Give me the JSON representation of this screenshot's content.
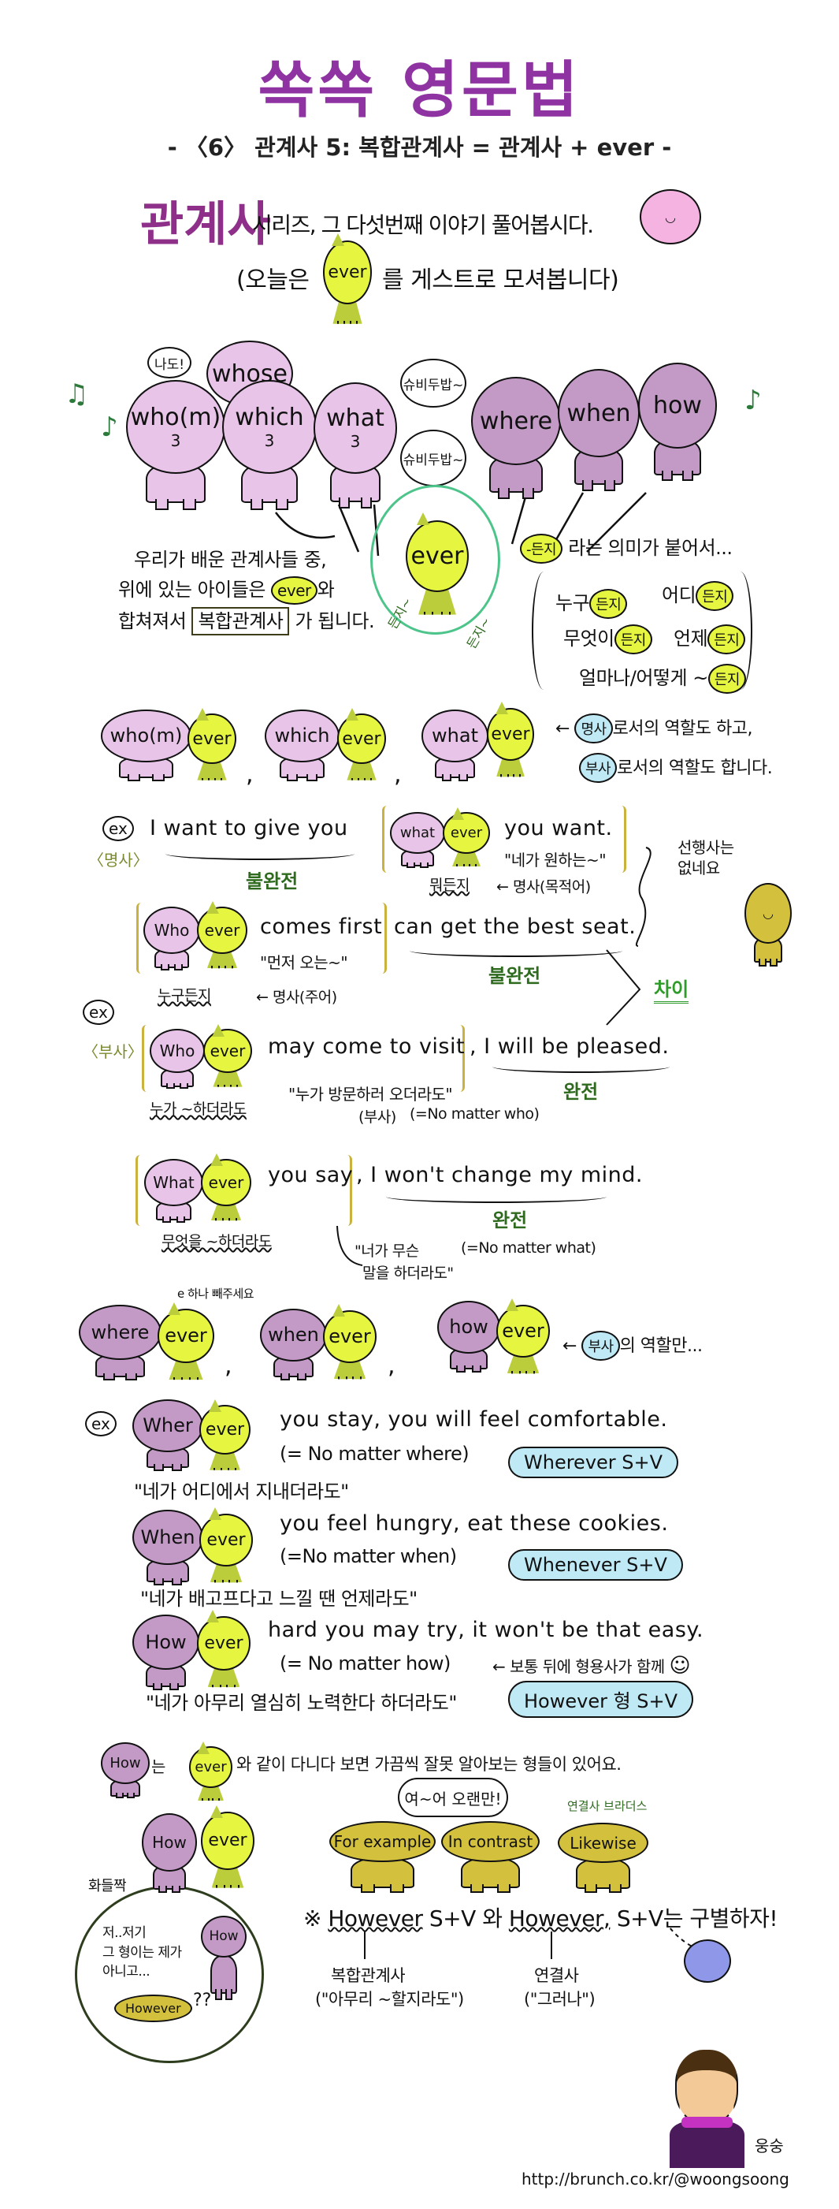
{
  "title": "쏙쏙 영문법",
  "subtitle": "- 〈6〉 관계사 5: 복합관계사 = 관계사 + ever -",
  "intro": {
    "heading": "관계사",
    "line1": "시리즈, 그 다섯번째 이야기 풀어봅시다.",
    "line2_pre": "(오늘은",
    "guest": "ever",
    "line2_post": "를 게스트로 모셔봅니다)"
  },
  "group": {
    "relatives": [
      "who(m)",
      "which",
      "what"
    ],
    "count": "3",
    "whose": "whose",
    "whose_bubble": "나도!",
    "chorus": "슈비두밥~",
    "adverbs": [
      "where",
      "when",
      "how"
    ]
  },
  "merge": {
    "line1": "우리가 배운 관계사들 중,",
    "line2_pre": "위에 있는 아이들은",
    "line2_tag": "ever",
    "line2_post": "와",
    "line3_pre": "합쳐져서",
    "line3_box": "복합관계사",
    "line3_post": "가 됩니다.",
    "center": "ever",
    "sound": "든지~"
  },
  "meaning": {
    "tag": "-든지",
    "text": "라는 의미가 붙어서...",
    "items": [
      {
        "pre": "누구",
        "tag": "든지"
      },
      {
        "pre": "어디",
        "tag": "든지"
      },
      {
        "pre": "무엇이",
        "tag": "든지"
      },
      {
        "pre": "언제",
        "tag": "든지"
      },
      {
        "pre": "얼마나/어떻게 ~",
        "tag": "든지"
      }
    ]
  },
  "pairs": {
    "items": [
      "who(m)",
      "which",
      "what"
    ],
    "ever": "ever",
    "sep": ",",
    "tag1": "명사",
    "text1": "로서의 역할도 하고,",
    "tag2": "부사",
    "text2": "로서의 역할도 합니다."
  },
  "noun_ex": {
    "ex": "ex",
    "label": "〈명사〉",
    "s1_pre": "I want to give you",
    "s1_rel": "what",
    "s1_ever": "ever",
    "s1_post": "you want.",
    "s1_gloss": "\"네가 원하는~\"",
    "s1_under": "뭐든지",
    "s1_role": "← 명사(목적어)",
    "s1_incomplete": "불완전",
    "s2_rel": "Who",
    "s2_ever": "ever",
    "s2_mid": "comes first",
    "s2_gloss": "\"먼저 오는~\"",
    "s2_under": "누구든지",
    "s2_role": "← 명사(주어)",
    "s2_main": "can get the best seat.",
    "s2_incomplete": "불완전",
    "note": "선행사는 없네요",
    "diff": "차이"
  },
  "adv_ex": {
    "ex": "ex",
    "label": "〈부사〉",
    "s1_rel": "Who",
    "s1_ever": "ever",
    "s1_mid": "may come to visit",
    "s1_main": ", I will be pleased.",
    "s1_complete": "완전",
    "s1_under": "누가 ~하더라도",
    "s1_gloss": "\"누가 방문하러 오더라도\"",
    "s1_role": "(부사)",
    "s1_eq": "(=No matter who)",
    "s2_rel": "What",
    "s2_ever": "ever",
    "s2_mid": "you say",
    "s2_main": ", I won't change my mind.",
    "s2_complete": "완전",
    "s2_under": "무엇을 ~하더라도",
    "s2_gloss1": "\"너가 무슨",
    "s2_gloss2": "말을 하더라도\"",
    "s2_eq": "(=No matter what)"
  },
  "adv_pairs": {
    "items": [
      "where",
      "when",
      "how"
    ],
    "ever": "ever",
    "sep": ",",
    "note": "e 하나 빼주세요",
    "tag": "부사",
    "text": "의 역할만..."
  },
  "adv_sentences": [
    {
      "rel": "Wher",
      "ever": "ever",
      "text": "you stay, you will feel comfortable.",
      "eq": "(= No matter where)",
      "pill": "Wherever S+V",
      "gloss": "\"네가 어디에서 지내더라도\""
    },
    {
      "rel": "When",
      "ever": "ever",
      "text": "you feel hungry, eat these cookies.",
      "eq": "(=No matter when)",
      "pill": "Whenever S+V",
      "gloss": "\"네가 배고프다고 느낄 땐 언제라도\""
    },
    {
      "rel": "How",
      "ever": "ever",
      "text": "hard you may try, it won't be that easy.",
      "eq": "(= No matter how)",
      "note": "← 보통 뒤에 형용사가 함께",
      "pill": "However 형 S+V",
      "gloss": "\"네가 아무리 열심히 노력한다 하더라도\""
    }
  ],
  "however": {
    "how": "How",
    "ever": "ever",
    "line_mid": "는",
    "line_post": "와 같이 다니다 보면 가끔씩 잘못 알아보는 형들이 있어요.",
    "startled": "화들짝",
    "greeting": "여~어 오랜만!",
    "brothers_label": "연결사 브라더스",
    "brothers": [
      "For example",
      "In contrast",
      "Likewise"
    ],
    "panel_text": [
      "저..저기",
      "그 형이는 제가",
      "아니고..."
    ],
    "panel_sign": "However",
    "panel_q": "??",
    "compare_pre": "※",
    "compare_a": "However",
    "compare_mid": "S+V 와",
    "compare_b": "However,",
    "compare_post": "S+V는 구별하자!",
    "a_label": "복합관계사",
    "a_gloss": "(\"아무리 ~할지라도\")",
    "b_label": "연결사",
    "b_gloss": "(\"그러나\")"
  },
  "author": {
    "name": "웅숭",
    "url": "http://brunch.co.kr/@woongsoong"
  },
  "colors": {
    "title": "#8e33a1",
    "relative": "#e8c5e8",
    "adverb": "#c39ac6",
    "ever": "#e6f640",
    "dress": "#bccd3b",
    "brothers": "#d3c13d",
    "pill": "#bfe9f5",
    "circle": "#4cc48a",
    "green_text": "#2e6b1f"
  }
}
